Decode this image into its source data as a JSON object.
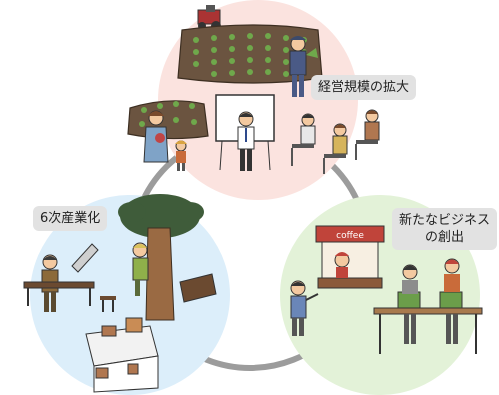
{
  "labels": {
    "scale_expansion": "経営規模の拡大",
    "sixth_industrialization": "6次産業化",
    "new_business_line1": "新たなビジネス",
    "new_business_line2": "の創出"
  },
  "signs": {
    "coffee_sign": "coffee"
  },
  "colors": {
    "top_circle": "#fbe3df",
    "left_circle": "#dceefa",
    "right_circle": "#e3f2d8",
    "connector_ring": "#9c9c9c",
    "caption_bg": "#e2e2e2"
  }
}
